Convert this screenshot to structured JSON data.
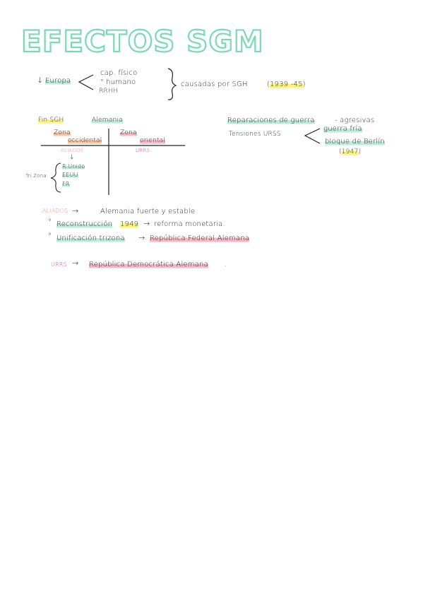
{
  "title": "EFECTOS SGM",
  "europa": {
    "arrow": "↓",
    "label": "Europa",
    "items": [
      "cap. físico",
      "\" humano",
      "RRHH"
    ],
    "causadas": "causadas por SGH",
    "years": "1939 -45"
  },
  "fin": {
    "label": "Fin SGH",
    "alemania": "Alemania",
    "zona_occ_1": "Zona",
    "zona_occ_2": "occidental",
    "zona_or_1": "Zona",
    "zona_or_2": "oriental",
    "aliados": "ALIADOS",
    "urrs": "URRS",
    "down_arrow": "↓",
    "trizona": "Tri Zona",
    "countries": [
      "R.Unido",
      "EEUU",
      "FR"
    ]
  },
  "right": {
    "reparaciones": "Reparaciones de guerra",
    "agresivas": "- agresivas",
    "tensiones": "Tensiones URSS",
    "guerra_fria": "guerra fría",
    "bloqueo": "bloque de Berlín",
    "year": "1947"
  },
  "notes": {
    "aliados": "ALIADOS",
    "arrow1": "→",
    "alemania_fuerte": "Alemania fuerte y estable",
    "bullet": "°",
    "reconstruccion": "Reconstrucción",
    "year_1949": "1949",
    "reforma": "reforma monetaria.",
    "unificacion": "Unificación trizona",
    "republica_federal": "República Federal Alemana",
    "urrs": "URRS",
    "republica_democratica": "República Democrática Alemana",
    "dot": "."
  },
  "colors": {
    "title_outline": "#7ad9b6",
    "green_highlight": "#bfe9d8",
    "yellow_highlight": "#fff27a",
    "pink_highlight": "#f5b9c4",
    "orange_text": "#f08a7c",
    "pink_text": "#e0417a"
  }
}
